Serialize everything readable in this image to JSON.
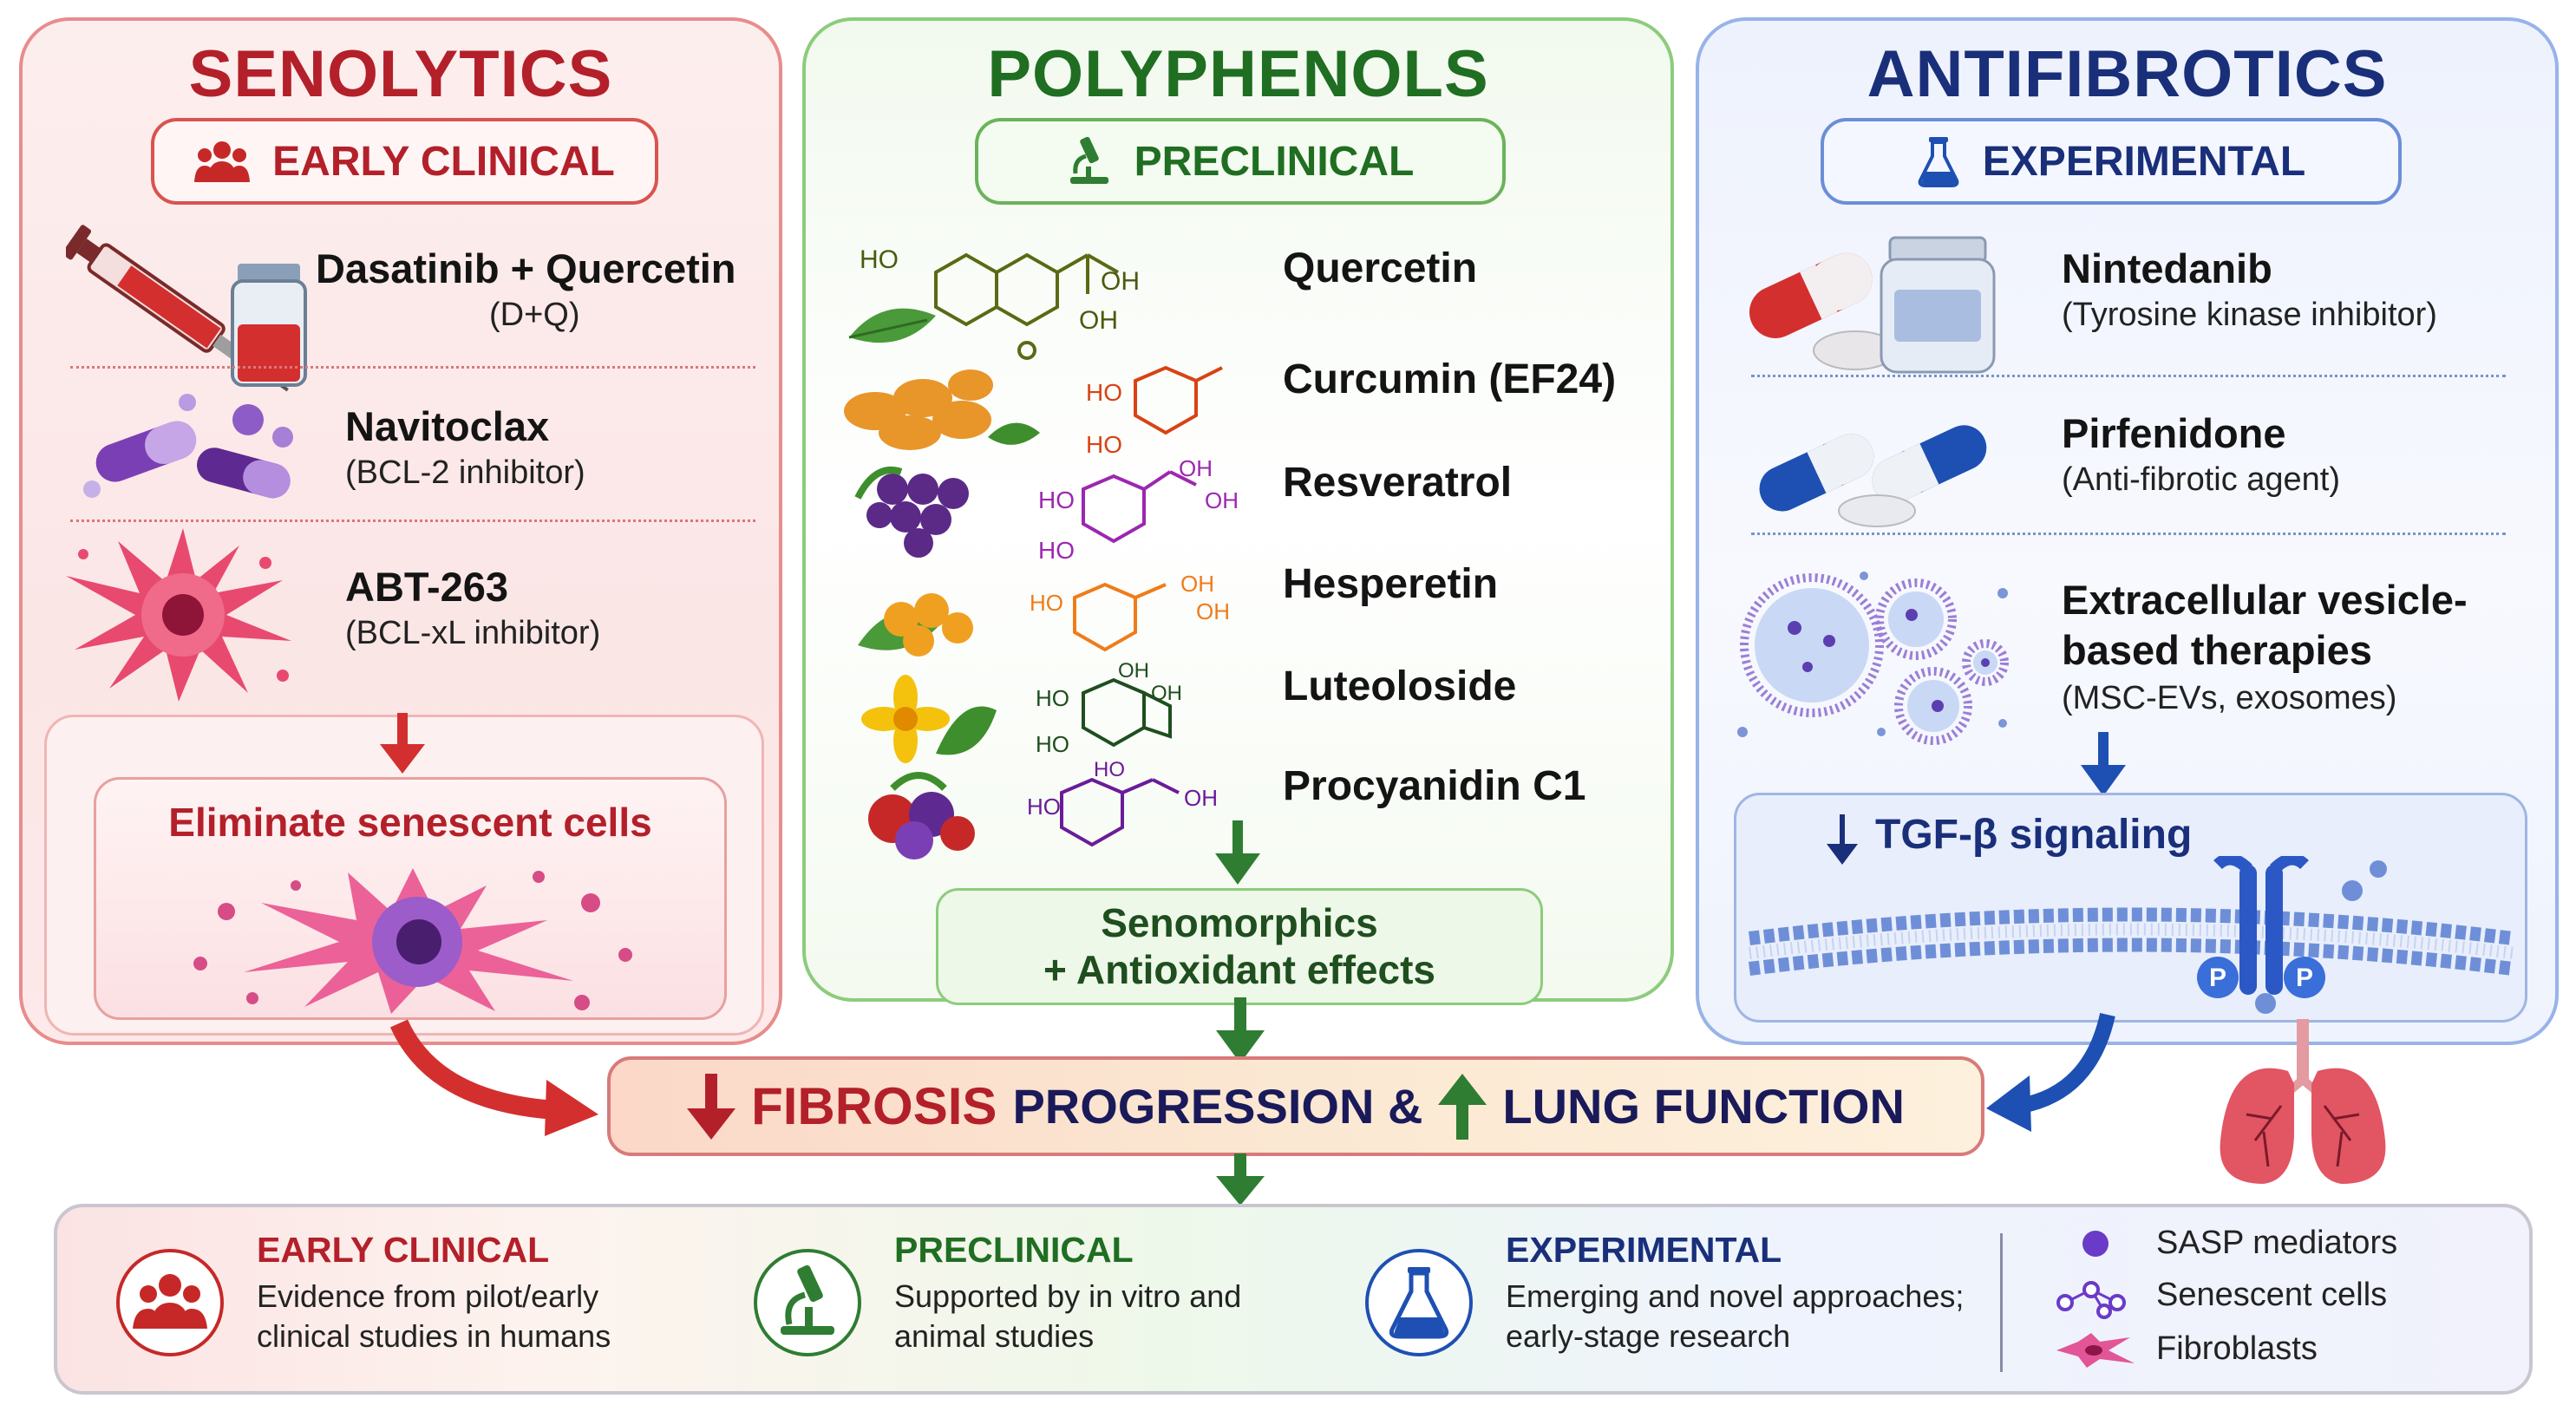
{
  "colors": {
    "senolytics": "#b3202a",
    "polyphenols": "#1f6e22",
    "antifibrotics": "#1a2f7a",
    "red_accent": "#c62828",
    "green_accent": "#2e7d32",
    "blue_accent": "#1e50b3"
  },
  "senolytics": {
    "title": "SENOLYTICS",
    "stage_icon": "people-icon",
    "stage": "EARLY CLINICAL",
    "drugs": [
      {
        "name": "Dasatinib + Quercetin",
        "sub": "(D+Q)",
        "icon": "syringe-vial-icon"
      },
      {
        "name": "Navitoclax",
        "sub": "(BCL-2 inhibitor)",
        "icon": "capsules-icon"
      },
      {
        "name": "ABT-263",
        "sub": "(BCL-xL inhibitor)",
        "icon": "senescent-cell-icon"
      }
    ],
    "effect": "Eliminate senescent cells"
  },
  "polyphenols": {
    "title": "POLYPHENOLS",
    "stage_icon": "microscope-icon",
    "stage": "PRECLINICAL",
    "compounds": [
      "Quercetin",
      "Curcumin (EF24)",
      "Resveratrol",
      "Hesperetin",
      "Luteoloside",
      "Procyanidin C1"
    ],
    "structure_labels": {
      "quercetin": [
        "HO",
        "OH",
        "OH"
      ],
      "curcumin": [
        "HO",
        "HO"
      ],
      "resveratrol": [
        "HO",
        "OH",
        "OH",
        "HO"
      ],
      "hesperetin": [
        "HO",
        "OH",
        "OH"
      ],
      "luteoloside": [
        "HO",
        "OH",
        "OH",
        "HO"
      ],
      "procyanidin": [
        "HO",
        "HO",
        "OH"
      ]
    },
    "effect_line1": "Senomorphics",
    "effect_line2": "+ Antioxidant effects"
  },
  "antifibrotics": {
    "title": "ANTIFIBROTICS",
    "stage_icon": "flask-icon",
    "stage": "EXPERIMENTAL",
    "drugs": [
      {
        "name": "Nintedanib",
        "sub": "(Tyrosine kinase inhibitor)",
        "icon": "pills-bottle-icon"
      },
      {
        "name": "Pirfenidone",
        "sub": "(Anti-fibrotic agent)",
        "icon": "capsules-icon"
      },
      {
        "name_line1": "Extracellular vesicle-",
        "name_line2": "based therapies",
        "sub": "(MSC-EVs, exosomes)",
        "icon": "vesicles-icon"
      }
    ],
    "signal": "TGF-β signaling",
    "receptor_label": "P"
  },
  "outcome": {
    "word1": "FIBROSIS",
    "word2": "PROGRESSION &",
    "word3": "LUNG FUNCTION"
  },
  "legend": {
    "early": {
      "title": "EARLY CLINICAL",
      "line1": "Evidence from pilot/early",
      "line2": "clinical studies in humans",
      "icon": "people-icon"
    },
    "pre": {
      "title": "PRECLINICAL",
      "line1": "Supported by in vitro and",
      "line2": "animal studies",
      "icon": "microscope-icon"
    },
    "exp": {
      "title": "EXPERIMENTAL",
      "line1": "Emerging and novel approaches;",
      "line2": "early-stage research",
      "icon": "flask-icon"
    },
    "keys": [
      "SASP mediators",
      "Senescent cells",
      "Fibroblasts"
    ]
  }
}
